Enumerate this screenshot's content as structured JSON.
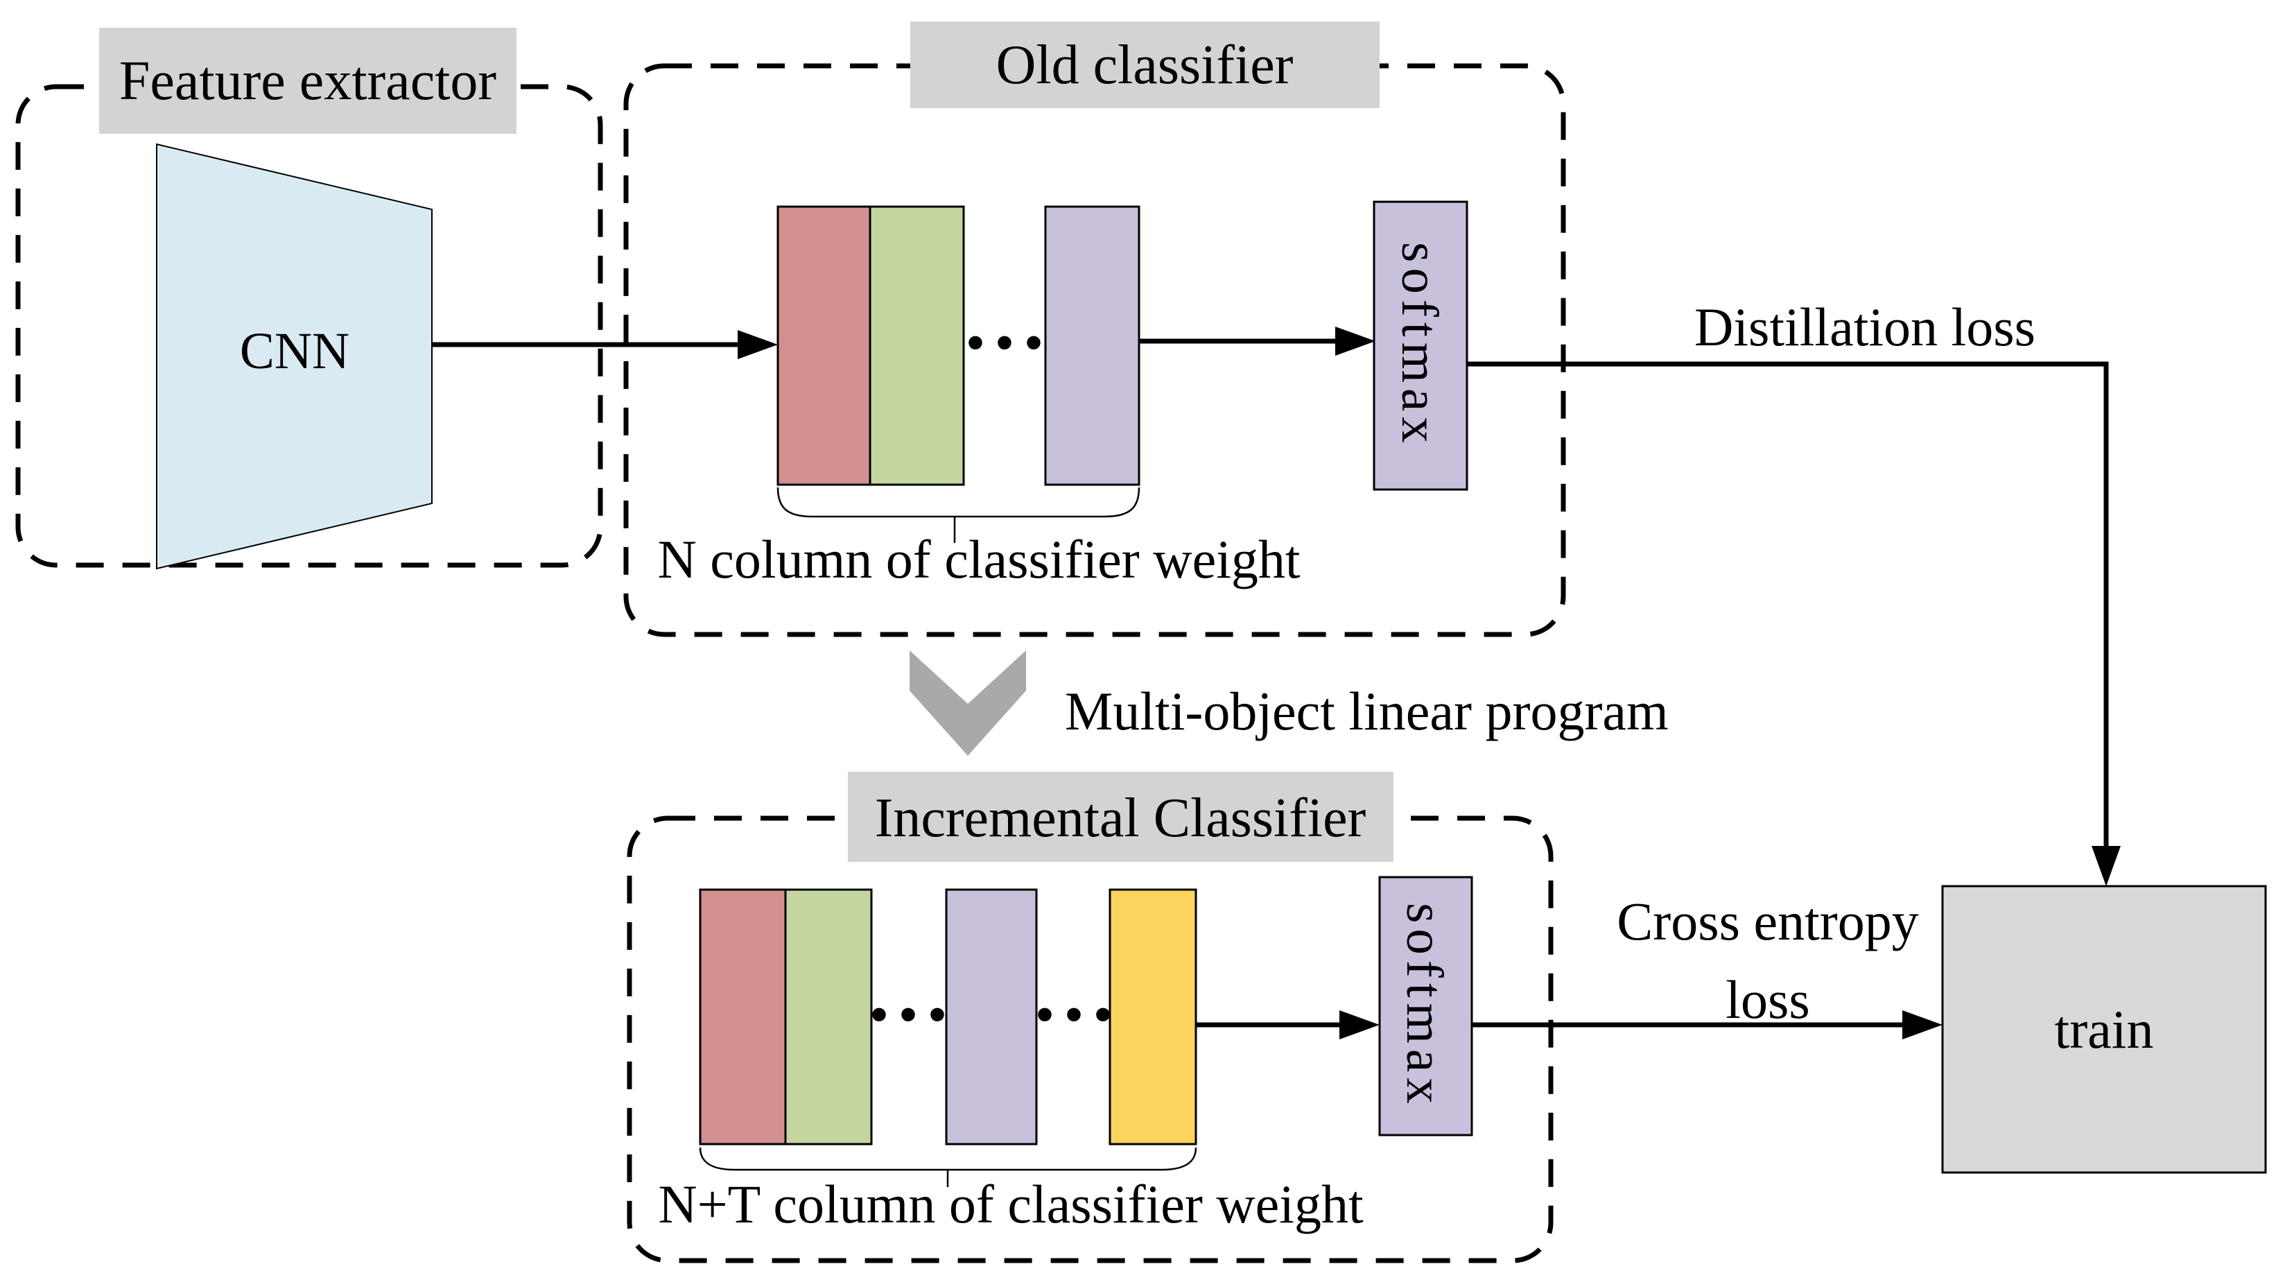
{
  "diagram": {
    "feature_extractor": {
      "title": "Feature extractor",
      "cnn": "CNN"
    },
    "old_classifier": {
      "title": "Old classifier",
      "ellipsis": "···",
      "softmax": "softmax",
      "caption": "N column of classifier weight"
    },
    "distillation_loss_label": "Distillation loss",
    "transform_label": "Multi-object linear program",
    "incremental_classifier": {
      "title": "Incremental Classifier",
      "ellipsis1": "···",
      "ellipsis2": "···",
      "softmax": "softmax",
      "caption": "N+T column of classifier weight"
    },
    "cross_entropy": {
      "line1": "Cross entropy",
      "line2": "loss"
    },
    "train_label": "train"
  },
  "colors": {
    "bar_red": "#d29090",
    "bar_green": "#c5d5a0",
    "bar_purple": "#c9c0dc",
    "bar_yellow": "#fbd45e",
    "softmax_fill": "#c9c0dc",
    "cnn_fill": "#daeaf3",
    "label_bg": "#d3d3d3",
    "train_bg": "#d9d9d9",
    "chevron": "#a9a9a9",
    "line": "#000000"
  }
}
